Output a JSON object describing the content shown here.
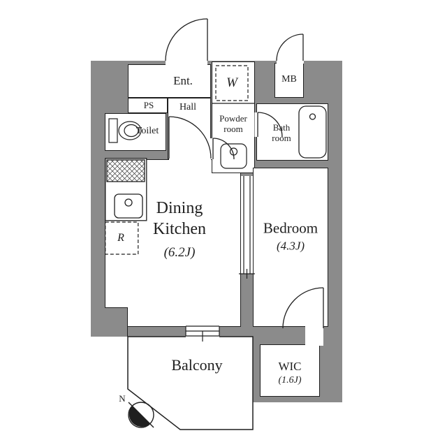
{
  "plan": {
    "compass": {
      "label": "N"
    },
    "colors": {
      "wall_gray": "#8b8b8b",
      "line_black": "#1f1f1f",
      "floor_white": "#ffffff"
    },
    "rooms": {
      "entrance": {
        "label": "Ent."
      },
      "pipe_space": {
        "label": "PS"
      },
      "hall": {
        "label": "Hall"
      },
      "washing_machine": {
        "label": "W"
      },
      "powder_room": {
        "line1": "Powder",
        "line2": "room"
      },
      "meter_box": {
        "label": "MB"
      },
      "toilet": {
        "label": "Toilet"
      },
      "bath_room": {
        "line1": "Bath",
        "line2": "room"
      },
      "dining_kitchen": {
        "line1": "Dining",
        "line2": "Kitchen",
        "size": "(6.2J)"
      },
      "refrigerator": {
        "label": "R"
      },
      "bedroom": {
        "label": "Bedroom",
        "size": "(4.3J)"
      },
      "balcony": {
        "label": "Balcony"
      },
      "walk_in_closet": {
        "label": "WIC",
        "size": "(1.6J)"
      }
    }
  }
}
